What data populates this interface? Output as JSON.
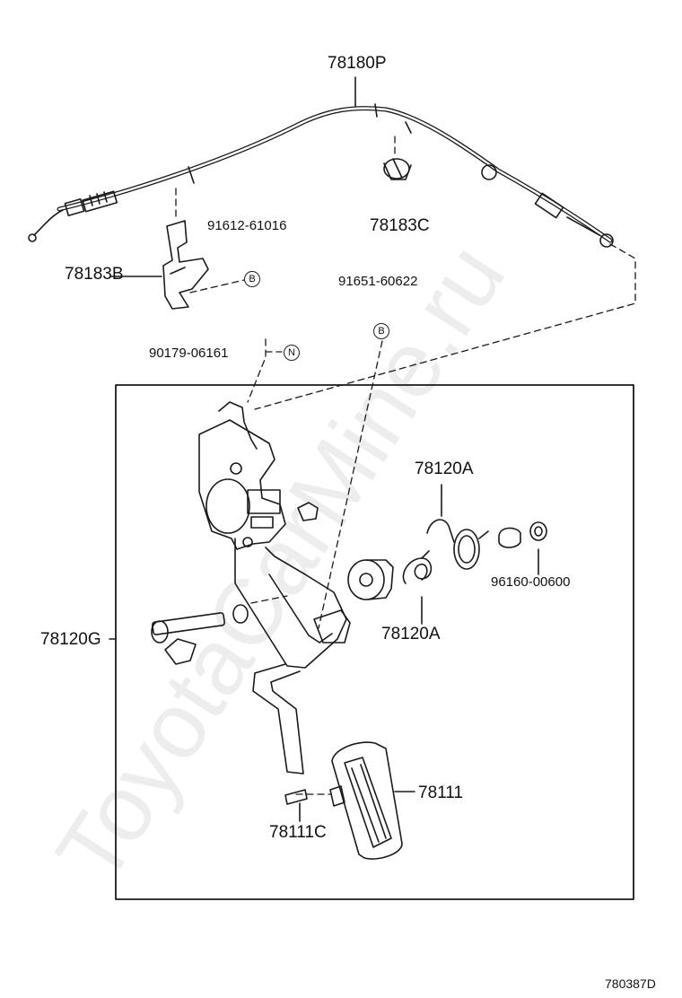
{
  "watermark": "ToyotaCarMine.ru",
  "diagram_code": "780387D",
  "colors": {
    "line": "#1a1a1a",
    "watermark": "#d9d9d9"
  },
  "callouts": {
    "cable_assy": "78180P",
    "cable_bracket": "78183B",
    "cable_clamp": "78183C",
    "bolt_b_upper": "91612-61016",
    "bolt_b_lower": "91651-60622",
    "nut_n": "90179-06161",
    "pedal_assy": "78120G",
    "spring_upper": "78120A",
    "spring_lower": "78120A",
    "bushing": "96160-00600",
    "pedal_pad": "78111",
    "pad_clip": "78111C"
  },
  "badges": {
    "b_upper": "B",
    "b_lower": "B",
    "n": "N"
  }
}
